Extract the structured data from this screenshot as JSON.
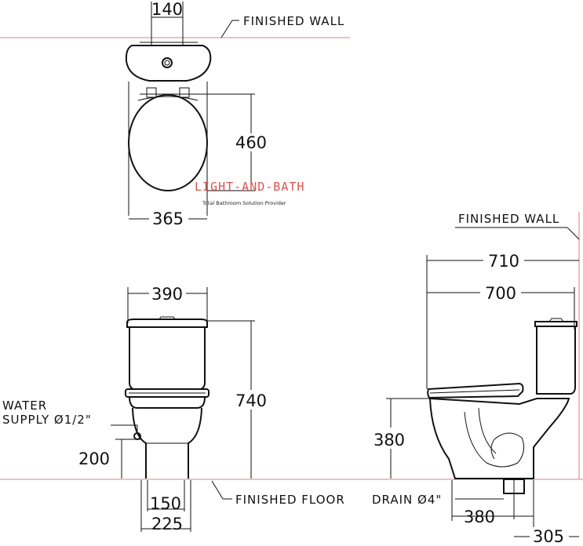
{
  "colors": {
    "ink": "#111111",
    "wall_line": "#e39aa0",
    "brand": "#d9534f"
  },
  "top_view": {
    "dim_140": "140",
    "dim_460": "460",
    "dim_365": "365",
    "finished_wall": "FINISHED  WALL"
  },
  "watermark": {
    "brand": "LIGHT-AND-BATH",
    "tagline": "Total Bathroom Solution Provider"
  },
  "front_view": {
    "dim_390": "390",
    "dim_740": "740",
    "dim_200": "200",
    "dim_150": "150",
    "dim_225": "225",
    "water_supply_line1": "WATER",
    "water_supply_line2": "SUPPLY Ø1/2\"",
    "finished_floor": "FINISHED  FLOOR"
  },
  "side_view": {
    "finished_wall": "FINISHED  WALL",
    "dim_710": "710",
    "dim_700": "700",
    "dim_380_height": "380",
    "drain": "DRAIN Ø4\"",
    "dim_380_drain": "380",
    "dim_305": "305"
  }
}
